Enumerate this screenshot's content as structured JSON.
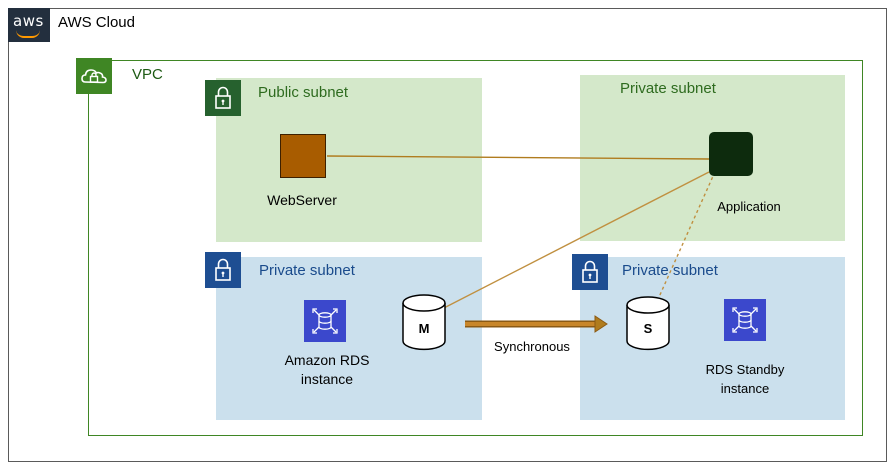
{
  "cloud": {
    "logo": "aws",
    "title": "AWS Cloud"
  },
  "vpc": {
    "title": "VPC"
  },
  "subnets": {
    "public": "Public subnet",
    "private_top": "Private subnet",
    "private_left": "Private subnet",
    "private_right": "Private subnet"
  },
  "nodes": {
    "webserver": "WebServer",
    "application": "Application",
    "rds_primary_line1": "Amazon RDS",
    "rds_primary_line2": "instance",
    "db_master": "M",
    "db_standby": "S",
    "rds_standby_line1": "RDS Standby",
    "rds_standby_line2": "instance"
  },
  "edges": {
    "replication": "Synchronous"
  },
  "colors": {
    "public_subnet": "#d4e8ca",
    "private_subnet_db": "#cbe0ed",
    "vpc_border": "#3f8624",
    "webserver": "#a85c00",
    "application": "#0d2b0d",
    "connection": "#b07c1e",
    "rds": "#3b48cc"
  }
}
